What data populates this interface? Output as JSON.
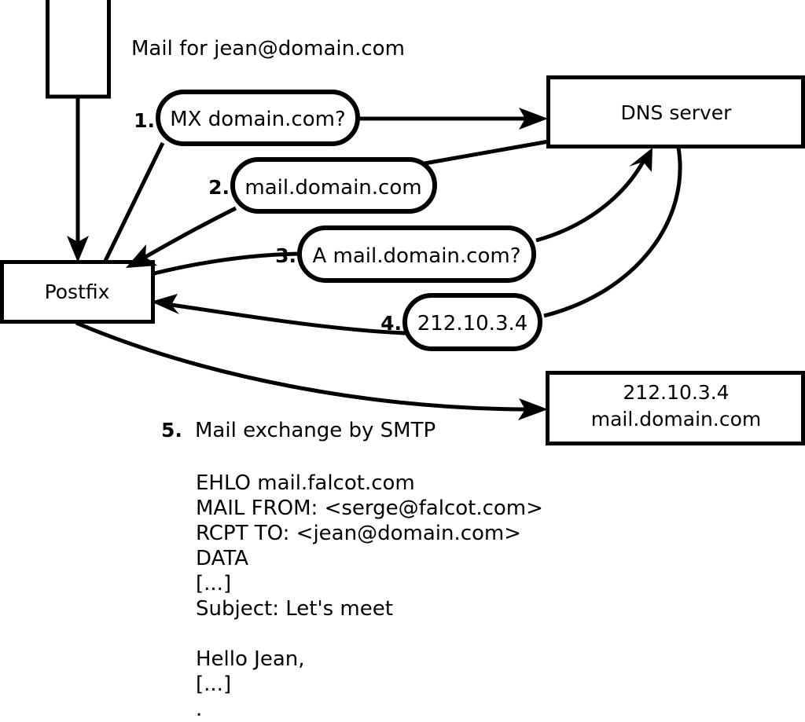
{
  "diagram": {
    "title_note": "Mail for jean@domain.com",
    "nodes": [
      {
        "id": "client",
        "label": ""
      },
      {
        "id": "postfix",
        "label": "Postfix"
      },
      {
        "id": "dns",
        "label": "DNS server"
      },
      {
        "id": "mailserver",
        "label_line1": "212.10.3.4",
        "label_line2": "mail.domain.com"
      }
    ],
    "steps": [
      {
        "number": "1.",
        "label": "MX domain.com?"
      },
      {
        "number": "2.",
        "label": "mail.domain.com"
      },
      {
        "number": "3.",
        "label": "A mail.domain.com?"
      },
      {
        "number": "4.",
        "label": "212.10.3.4"
      },
      {
        "number": "5.",
        "label": "Mail exchange by SMTP"
      }
    ],
    "smtp_transcript": [
      "EHLO mail.falcot.com",
      "MAIL FROM: <serge@falcot.com>",
      "RCPT TO: <jean@domain.com>",
      "DATA",
      "[...]",
      "Subject: Let's meet",
      "",
      "Hello Jean,",
      "[...]",
      "."
    ],
    "colors": {
      "stroke": "#000000",
      "fill": "#ffffff",
      "text": "#000000"
    }
  }
}
